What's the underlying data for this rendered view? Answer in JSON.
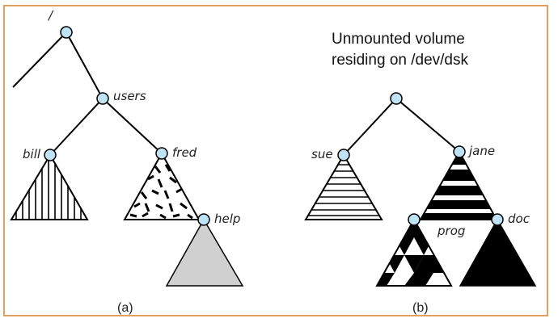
{
  "figure": {
    "root_label": "/",
    "users_label": "users",
    "bill_label": "bill",
    "fred_label": "fred",
    "help_label": "help",
    "sue_label": "sue",
    "jane_label": "jane",
    "prog_label": "prog",
    "doc_label": "doc",
    "caption_a": "(a)",
    "caption_b": "(b)",
    "volume_title_line1": "Unmounted volume",
    "volume_title_line2": "residing on /dev/dsk"
  },
  "colors": {
    "frame": "#e0a060",
    "node_fill": "#bfe3f5",
    "help_fill": "#d0d0d0"
  }
}
